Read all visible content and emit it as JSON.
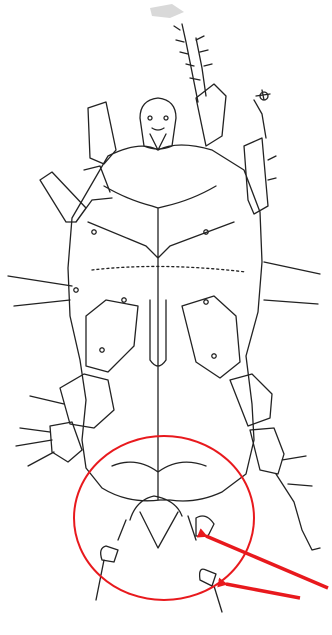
{
  "figure": {
    "subject": "mite-ventral-line-drawing",
    "highlight": {
      "shape": "circle",
      "color": "#e8191d"
    },
    "pointer_arrows": {
      "count": 2,
      "color": "#e8191d"
    }
  }
}
